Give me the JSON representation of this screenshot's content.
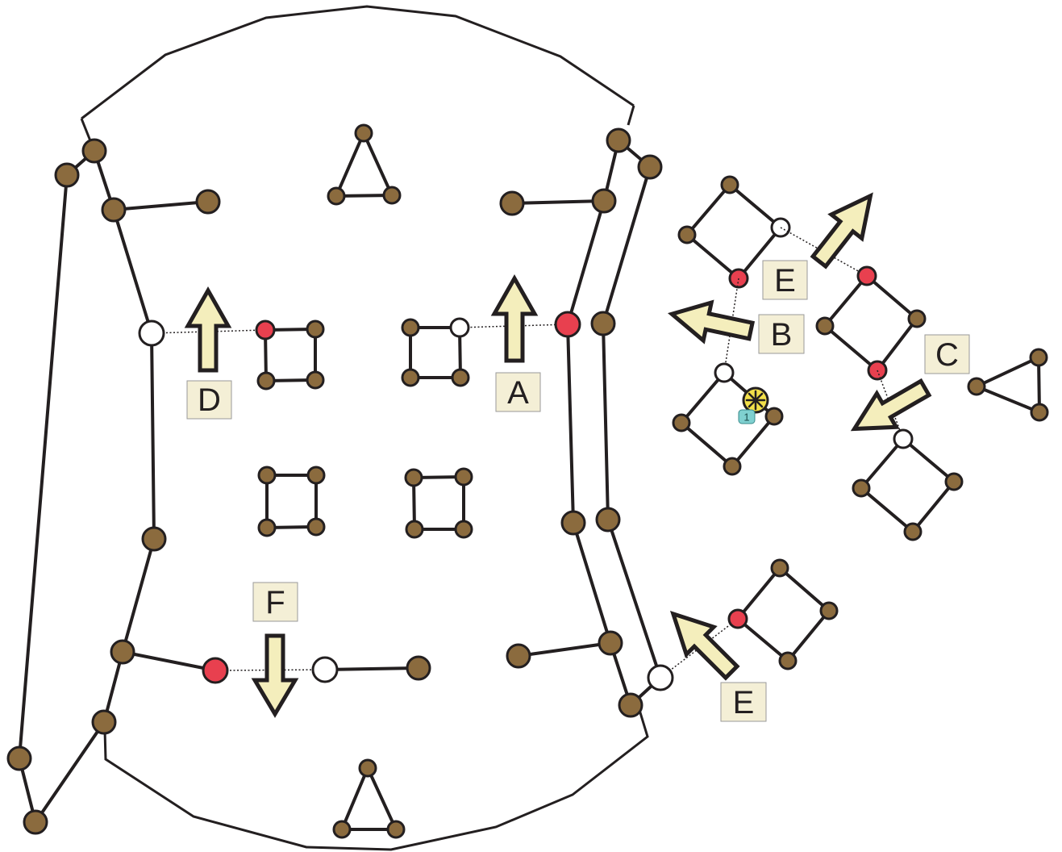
{
  "labels": {
    "a": "A",
    "b": "B",
    "c": "C",
    "d": "D",
    "e_top": "E",
    "e_bottom": "E",
    "f": "F"
  },
  "marker": {
    "icon": "asterisk-target-icon",
    "badge": "1"
  },
  "colors": {
    "line": "#231f20",
    "node_brown": "#8b6b3e",
    "node_red": "#e8404f",
    "node_white": "#ffffff",
    "arrow_fill": "#f4eebc",
    "label_fill": "#f4efd6",
    "marker_fill": "#f3e04a",
    "badge_fill": "#7fd0d0"
  }
}
